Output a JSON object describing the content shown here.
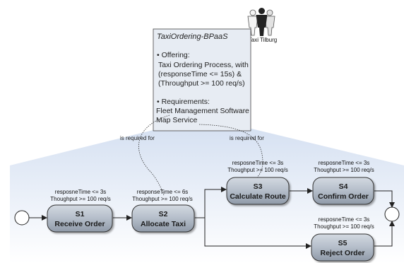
{
  "actor": {
    "label": "Taxi Tilburg"
  },
  "note": {
    "title": "TaxiOrdering-BPaaS",
    "offering_header": "• Offering:",
    "offering_lines": [
      "Taxi Ordering Process, with",
      "(responseTime <= 15s) &",
      "(Throughput >= 100 req/s)"
    ],
    "requirements_header": "• Requirements:",
    "requirements_lines": [
      "Fleet Management Software",
      "Map Service"
    ]
  },
  "relations": {
    "left_label": "is required for",
    "right_label": "is required for"
  },
  "states": {
    "s1": {
      "id": "S1",
      "name": "Receive Order",
      "metric1": "resposneTime <= 3s",
      "metric2": "Thoughput >= 100 req/s"
    },
    "s2": {
      "id": "S2",
      "name": "Allocate Taxi",
      "metric1": "responseTime <= 6s",
      "metric2": "Thoughput >= 100 req/s"
    },
    "s3": {
      "id": "S3",
      "name": "Calculate Route",
      "metric1": "resposneTime <= 3s",
      "metric2": "Thoughput >= 100 req/s"
    },
    "s4": {
      "id": "S4",
      "name": "Confirm Order",
      "metric1": "resposneTime <= 3s",
      "metric2": "Thoughput >= 100 req/s"
    },
    "s5": {
      "id": "S5",
      "name": "Reject Order",
      "metric1": "resposneTime <= 3s",
      "metric2": "Thoughput >= 100 req/s"
    }
  },
  "colors": {
    "state_fill_top": "#c9d0d9",
    "state_fill_bottom": "#8e9aa8",
    "panel_top": "#dbe5f4",
    "panel_bottom": "#ffffff",
    "note_fill": "#e6ebf2",
    "line": "#222222"
  }
}
